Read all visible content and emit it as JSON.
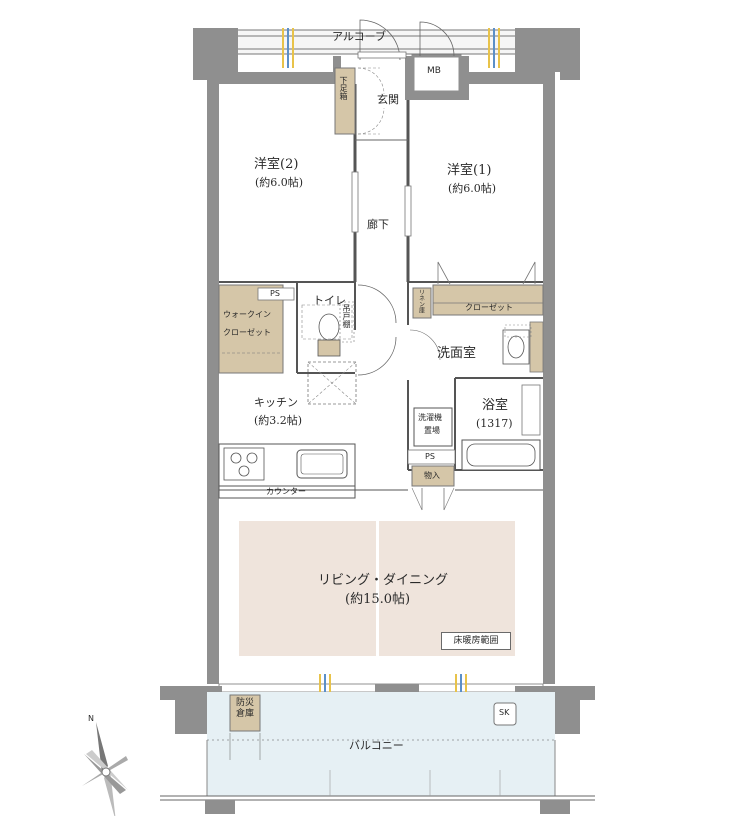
{
  "labels": {
    "alcove": "アルコーブ",
    "mb": "MB",
    "entrance": "玄関",
    "shoe_cabinet": "下足箱",
    "western_room_2": "洋室(2)",
    "western_room_2_size": "(約6.0帖)",
    "western_room_1": "洋室(1)",
    "western_room_1_size": "(約6.0帖)",
    "hallway": "廊下",
    "ps_1": "PS",
    "walkin_closet_1": "ウォークイン",
    "walkin_closet_2": "クローゼット",
    "toilet": "トイレ",
    "hanging_shelf": "吊戸棚",
    "linen_cabinet": "リネン庫",
    "closet": "クローゼット",
    "washroom": "洗面室",
    "kitchen": "キッチン",
    "kitchen_size": "(約3.2帖)",
    "bathroom": "浴室",
    "bathroom_size": "(1317)",
    "washer_1": "洗濯機",
    "washer_2": "置場",
    "ps_2": "PS",
    "storage": "物入",
    "counter": "カウンター",
    "living_dining": "リビング・ダイニング",
    "living_dining_size": "(約15.0帖)",
    "floor_heating": "床暖房範囲",
    "disaster_storage": "防災倉庫",
    "sk": "SK",
    "balcony": "バルコニー",
    "north": "N"
  },
  "colors": {
    "wall": "#8f8f8f",
    "wall_dark": "#7d7d7d",
    "storage_fill": "#d5c6a8",
    "floor_heating_fill": "#efe4dc",
    "balcony_fill": "#e6f0f4",
    "line": "#555555",
    "window_yellow": "#e8c34a",
    "window_blue": "#5b8fc8"
  },
  "icons": {
    "compass": "compass-rose-icon",
    "stove": "gas-stove-icon",
    "sink": "kitchen-sink-icon",
    "toilet": "toilet-icon",
    "bathtub": "bathtub-icon",
    "washbasin": "washbasin-icon"
  }
}
